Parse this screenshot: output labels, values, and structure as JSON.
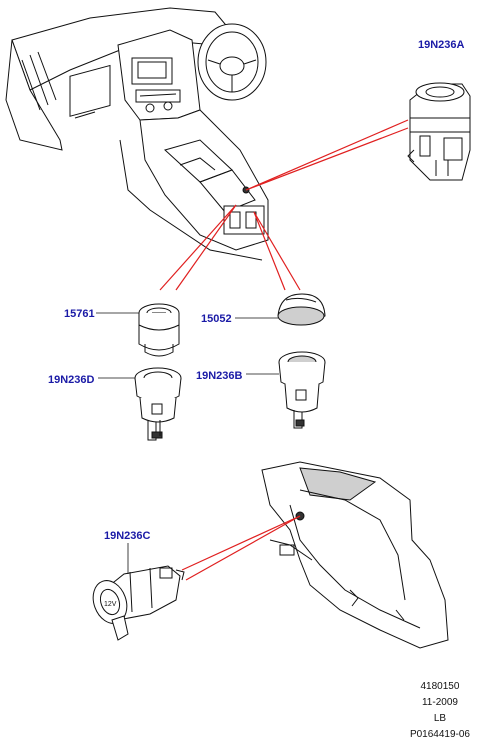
{
  "callouts": {
    "a": "19N236A",
    "p15761": "15761",
    "p15052": "15052",
    "d": "19N236D",
    "b": "19N236B",
    "c": "19N236C"
  },
  "footer": {
    "line1": "4180150",
    "line2": "11-2009",
    "line3": "LB",
    "line4": "P0164419-06"
  },
  "colors": {
    "callout_text": "#1a1aa6",
    "leader_lines": "#e02020",
    "outline": "#111111"
  }
}
